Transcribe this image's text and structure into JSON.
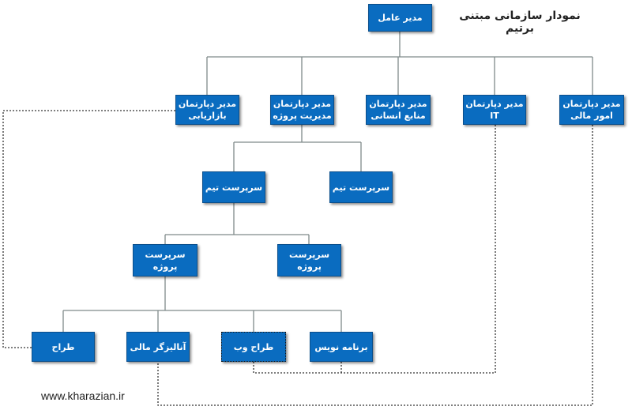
{
  "title": "نمودار سازمانی مبتنی برتیم",
  "website": "www.kharazian.ir",
  "colors": {
    "box": "#0a6cc0",
    "line": "#7f8a8a",
    "dashed": "#333333"
  },
  "nodes": {
    "ceo": {
      "line1": "مدیر عامل"
    },
    "marketing": {
      "line1": "مدیر دپارتمان",
      "line2": "بازاریابی"
    },
    "project_mgmt": {
      "line1": "مدیر دپارتمان",
      "line2": "مدیریت پروژه"
    },
    "hr": {
      "line1": "مدیر دپارتمان",
      "line2": "منابع انسانی"
    },
    "it": {
      "line1": "مدیر دپارتمان",
      "line2": "IT"
    },
    "finance": {
      "line1": "مدیر دپارتمان",
      "line2": "امور مالی"
    },
    "team_lead_1": {
      "line1": "سرپرست تیم"
    },
    "team_lead_2": {
      "line1": "سرپرست تیم"
    },
    "project_lead_1": {
      "line1": "سرپرست",
      "line2": "پروژه"
    },
    "project_lead_2": {
      "line1": "سرپرست",
      "line2": "پروژه"
    },
    "designer": {
      "line1": "طراح"
    },
    "financial_analyst": {
      "line1": "آنالیزگر مالی"
    },
    "web_designer": {
      "line1": "طراح وب"
    },
    "programmer": {
      "line1": "برنامه نویس"
    }
  }
}
